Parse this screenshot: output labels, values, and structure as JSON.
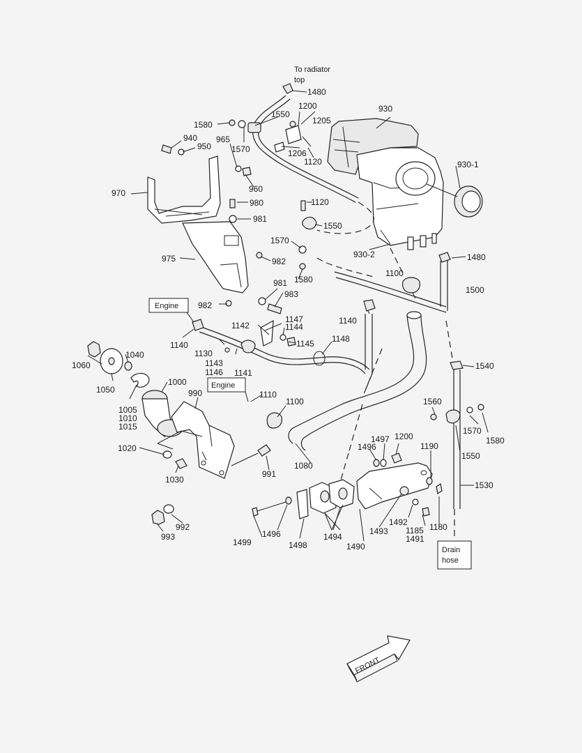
{
  "notes": {
    "to_radiator_line1": "To radiator",
    "to_radiator_line2": "top",
    "engine_box_1": "Engine",
    "engine_box_2": "Engine",
    "drain_hose_line1": "Drain",
    "drain_hose_line2": "hose",
    "front_arrow": "FRONT"
  },
  "labels": [
    {
      "id": "l1480a",
      "text": "1480"
    },
    {
      "id": "l1200a",
      "text": "1200"
    },
    {
      "id": "l930",
      "text": "930"
    },
    {
      "id": "l1550a",
      "text": "1550"
    },
    {
      "id": "l1205",
      "text": "1205"
    },
    {
      "id": "l1580a",
      "text": "1580"
    },
    {
      "id": "l940",
      "text": "940"
    },
    {
      "id": "l950",
      "text": "950"
    },
    {
      "id": "l965",
      "text": "965"
    },
    {
      "id": "l1570a",
      "text": "1570"
    },
    {
      "id": "l1206",
      "text": "1206"
    },
    {
      "id": "l1120a",
      "text": "1120"
    },
    {
      "id": "l930-1",
      "text": "930-1"
    },
    {
      "id": "l970",
      "text": "970"
    },
    {
      "id": "l960",
      "text": "960"
    },
    {
      "id": "l980",
      "text": "980"
    },
    {
      "id": "l1120b",
      "text": "1120"
    },
    {
      "id": "l981a",
      "text": "981"
    },
    {
      "id": "l1550b",
      "text": "1550"
    },
    {
      "id": "l1570b",
      "text": "1570"
    },
    {
      "id": "l930-2",
      "text": "930-2"
    },
    {
      "id": "l1480b",
      "text": "1480"
    },
    {
      "id": "l975",
      "text": "975"
    },
    {
      "id": "l982a",
      "text": "982"
    },
    {
      "id": "l1580b",
      "text": "1580"
    },
    {
      "id": "l1100a",
      "text": "1100"
    },
    {
      "id": "l981b",
      "text": "981"
    },
    {
      "id": "l1500",
      "text": "1500"
    },
    {
      "id": "l983",
      "text": "983"
    },
    {
      "id": "l982b",
      "text": "982"
    },
    {
      "id": "l1140a",
      "text": "1140"
    },
    {
      "id": "l1147",
      "text": "1147"
    },
    {
      "id": "l1142",
      "text": "1142"
    },
    {
      "id": "l1144",
      "text": "1144"
    },
    {
      "id": "l1140b",
      "text": "1140"
    },
    {
      "id": "l1145",
      "text": "1145"
    },
    {
      "id": "l1148",
      "text": "1148"
    },
    {
      "id": "l1130",
      "text": "1130"
    },
    {
      "id": "l1060",
      "text": "1060"
    },
    {
      "id": "l1040",
      "text": "1040"
    },
    {
      "id": "l1143",
      "text": "1143"
    },
    {
      "id": "l1146",
      "text": "1146"
    },
    {
      "id": "l1141",
      "text": "1141"
    },
    {
      "id": "l1540",
      "text": "1540"
    },
    {
      "id": "l1050",
      "text": "1050"
    },
    {
      "id": "l1000",
      "text": "1000"
    },
    {
      "id": "l990",
      "text": "990"
    },
    {
      "id": "l1110",
      "text": "1110"
    },
    {
      "id": "l1100b",
      "text": "1100"
    },
    {
      "id": "l1560",
      "text": "1560"
    },
    {
      "id": "l1005",
      "text": "1005"
    },
    {
      "id": "l1010",
      "text": "1010"
    },
    {
      "id": "l1015",
      "text": "1015"
    },
    {
      "id": "l1570c",
      "text": "1570"
    },
    {
      "id": "l1580c",
      "text": "1580"
    },
    {
      "id": "l1497",
      "text": "1497"
    },
    {
      "id": "l1200b",
      "text": "1200"
    },
    {
      "id": "l1496a",
      "text": "1496"
    },
    {
      "id": "l1550c",
      "text": "1550"
    },
    {
      "id": "l1020",
      "text": "1020"
    },
    {
      "id": "l1190",
      "text": "1190"
    },
    {
      "id": "l1080",
      "text": "1080"
    },
    {
      "id": "l991",
      "text": "991"
    },
    {
      "id": "l1030",
      "text": "1030"
    },
    {
      "id": "l1530",
      "text": "1530"
    },
    {
      "id": "l1492",
      "text": "1492"
    },
    {
      "id": "l1180",
      "text": "1180"
    },
    {
      "id": "l992",
      "text": "992"
    },
    {
      "id": "l1185",
      "text": "1185"
    },
    {
      "id": "l1491",
      "text": "1491"
    },
    {
      "id": "l993",
      "text": "993"
    },
    {
      "id": "l1496b",
      "text": "1496"
    },
    {
      "id": "l1494",
      "text": "1494"
    },
    {
      "id": "l1493",
      "text": "1493"
    },
    {
      "id": "l1499",
      "text": "1499"
    },
    {
      "id": "l1498",
      "text": "1498"
    },
    {
      "id": "l1490",
      "text": "1490"
    }
  ]
}
